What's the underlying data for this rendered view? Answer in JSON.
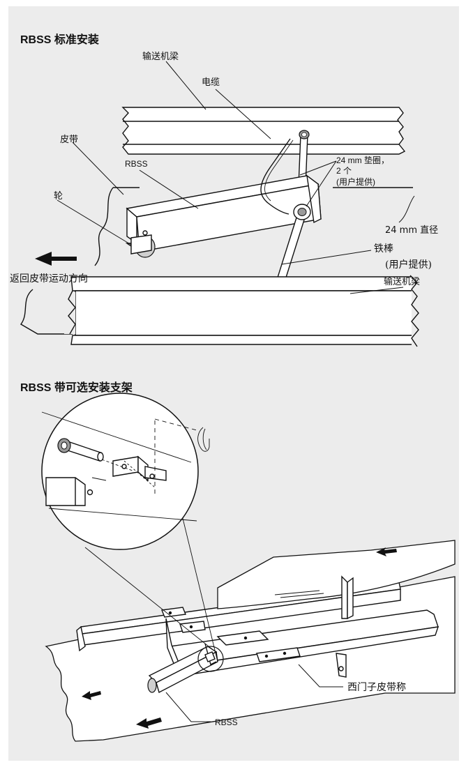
{
  "section1": {
    "title": "RBSS 标准安装",
    "labels": {
      "conveyor_top": "输送机梁",
      "cable": "电缆",
      "belt": "皮带",
      "rbss": "RBSS",
      "washer_line1": "24 mm 垫圈，",
      "washer_line2": "2 个",
      "washer_line3": "(用户提供)",
      "wheel": "轮",
      "rod_line1": "24 mm 直径",
      "rod_line2": "铁棒",
      "rod_line3": "(用户提供)",
      "conveyor_bottom": "输送机梁",
      "return_dir": "返回皮带运动方向"
    }
  },
  "section2": {
    "title": "RBSS 带可选安装支架",
    "labels": {
      "scale": "西门子皮带称",
      "rbss": "RBSS"
    }
  }
}
